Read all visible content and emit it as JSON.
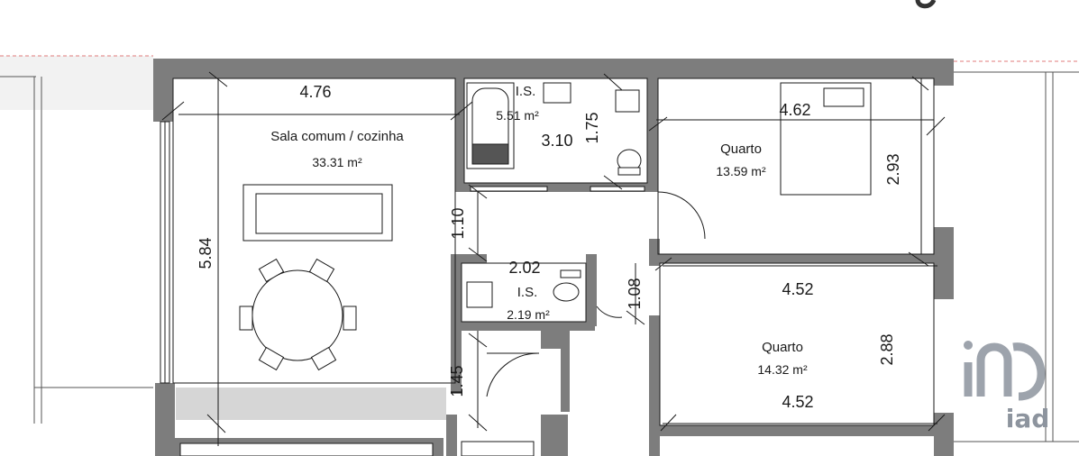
{
  "floor_plan": {
    "rooms": [
      {
        "id": "living",
        "name": "Sala comum / cozinha",
        "area": "33.31 m²"
      },
      {
        "id": "bath1",
        "name": "I.S.",
        "area": "5.51 m²"
      },
      {
        "id": "bed1",
        "name": "Quarto",
        "area": "13.59 m²"
      },
      {
        "id": "bath2",
        "name": "I.S.",
        "area": "2.19 m²"
      },
      {
        "id": "bed2",
        "name": "Quarto",
        "area": "14.32 m²"
      }
    ],
    "dimensions": {
      "living_width": "4.76",
      "living_depth": "5.84",
      "bath1_width": "3.10",
      "bath1_depth": "1.75",
      "bed1_width": "4.62",
      "bed1_depth": "2.93",
      "hall_width": "1.10",
      "bath2_width": "2.02",
      "hall2_width": "1.08",
      "bed2_width_top": "4.52",
      "bed2_depth": "2.88",
      "bed2_width_bottom": "4.52",
      "entry_depth": "1.45"
    }
  },
  "watermark": {
    "brand": "iad",
    "color": "#8d949e"
  },
  "colors": {
    "wall": "#7d7d7d",
    "wall_dark": "#6b6b6b",
    "floor_shade": "#d6d6d6",
    "line": "#1a1a1a"
  }
}
